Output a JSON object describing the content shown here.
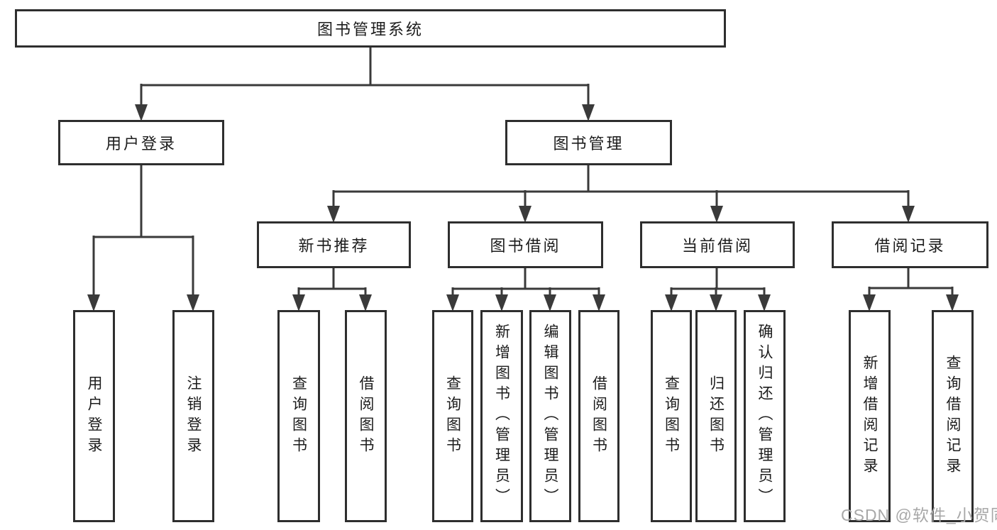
{
  "watermark": "CSDN @软件_小贺同学",
  "colors": {
    "line": "#3a3a3a",
    "box_border": "#2e2e2e",
    "text": "#1c1c1c",
    "watermark": "#a8a8a8",
    "background": "#ffffff"
  },
  "nodes": {
    "root": {
      "label": "图书管理系统"
    },
    "userLogin": {
      "label": "用户登录"
    },
    "bookMgmt": {
      "label": "图书管理"
    },
    "newBook": {
      "label": "新书推荐"
    },
    "bookBorrow": {
      "label": "图书借阅"
    },
    "currentBorrow": {
      "label": "当前借阅"
    },
    "borrowRecord": {
      "label": "借阅记录"
    },
    "loginUser": {
      "label": "用户登录"
    },
    "logoutUser": {
      "label": "注销登录"
    },
    "queryBook1": {
      "label": "查询图书"
    },
    "borrowBook1": {
      "label": "借阅图书"
    },
    "queryBook2": {
      "label": "查询图书"
    },
    "addBook": {
      "label": "新增图书（管理员）"
    },
    "editBook": {
      "label": "编辑图书（管理员）"
    },
    "borrowBook2": {
      "label": "借阅图书"
    },
    "queryBook3": {
      "label": "查询图书"
    },
    "returnBook": {
      "label": "归还图书"
    },
    "confirmReturn": {
      "label": "确认归还（管理员）"
    },
    "addBorrowRec": {
      "label": "新增借阅记录"
    },
    "queryBorrowRec": {
      "label": "查询借阅记录"
    }
  },
  "hierarchy": {
    "图书管理系统": {
      "用户登录": [
        "用户登录",
        "注销登录"
      ],
      "图书管理": {
        "新书推荐": [
          "查询图书",
          "借阅图书"
        ],
        "图书借阅": [
          "查询图书",
          "新增图书（管理员）",
          "编辑图书（管理员）",
          "借阅图书"
        ],
        "当前借阅": [
          "查询图书",
          "归还图书",
          "确认归还（管理员）"
        ],
        "借阅记录": [
          "新增借阅记录",
          "查询借阅记录"
        ]
      }
    }
  }
}
